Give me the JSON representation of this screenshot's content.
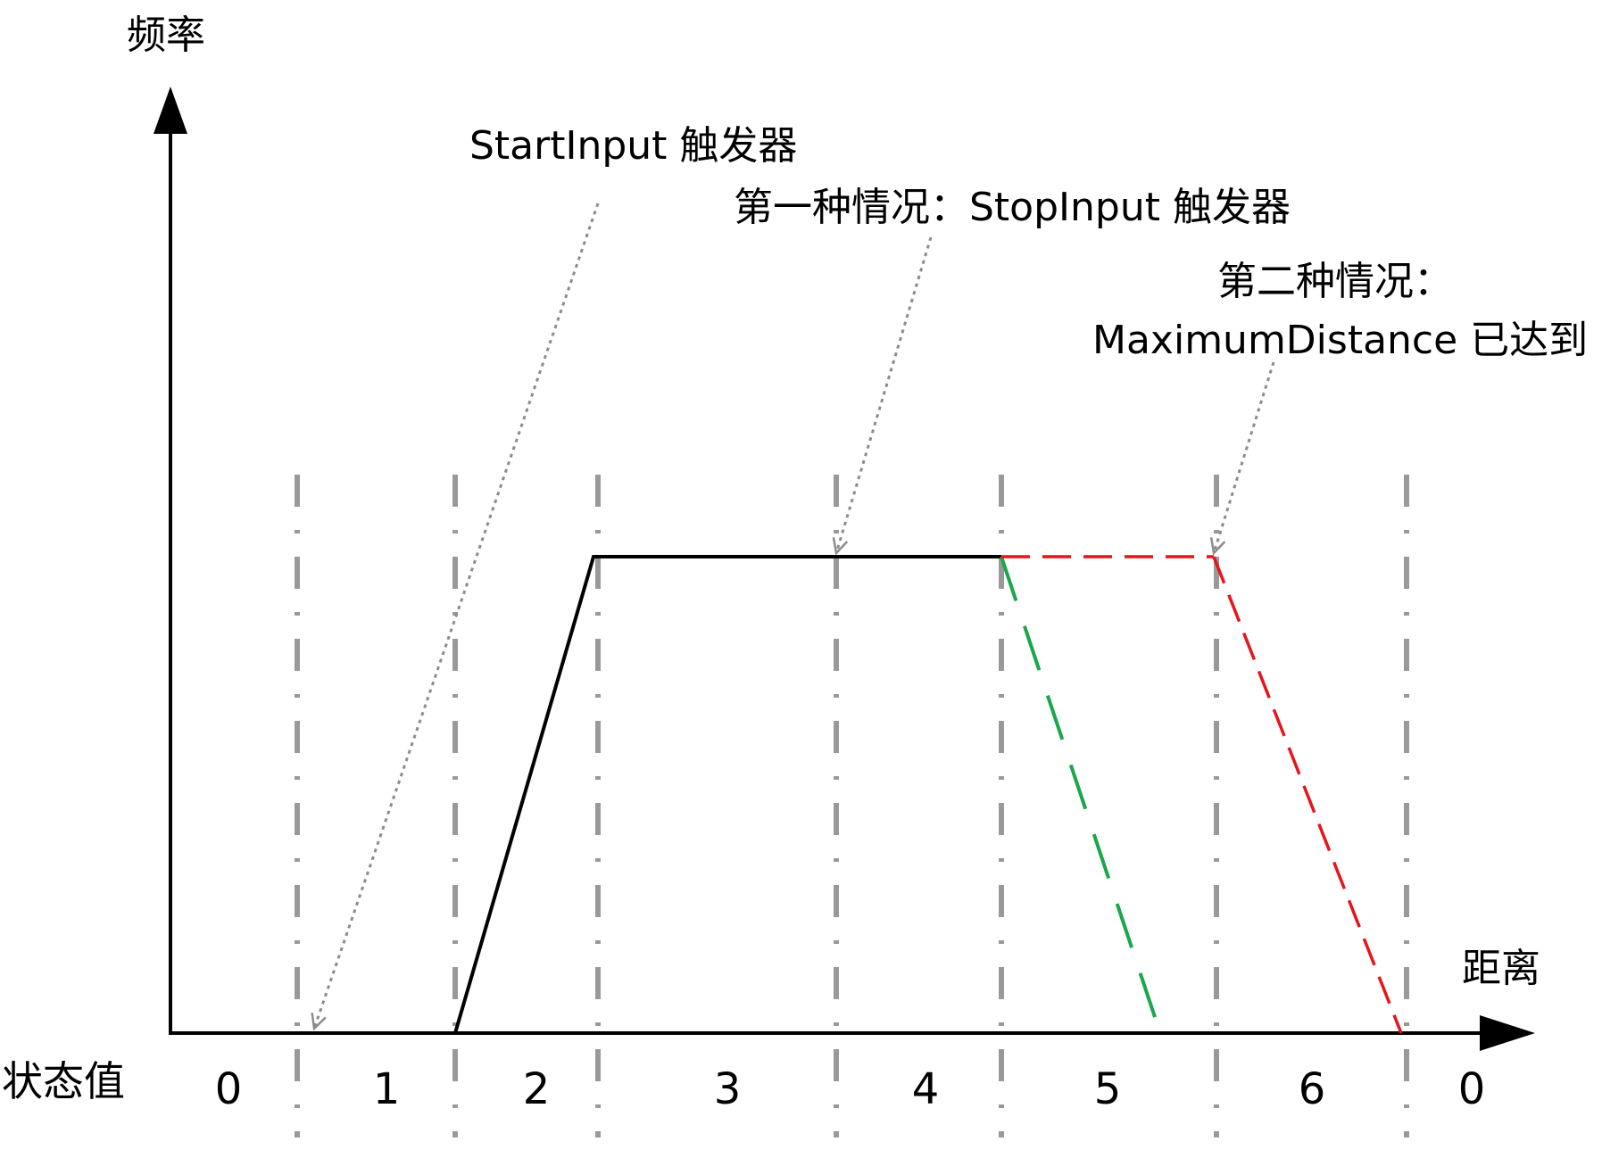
{
  "axes": {
    "y_label": "频率",
    "x_label": "距离",
    "state_label": "状态值"
  },
  "states": [
    "0",
    "1",
    "2",
    "3",
    "4",
    "5",
    "6",
    "0"
  ],
  "annotations": {
    "start": "StartInput 触发器",
    "case1": "第一种情况：StopInput 触发器",
    "case2_line1": "第二种情况：",
    "case2_line2": "MaximumDistance 已达到"
  },
  "colors": {
    "axis": "#000000",
    "profile": "#000000",
    "case1_ramp": "#1aa64a",
    "case2_ramp": "#e8141c",
    "state_divider": "#999999",
    "leader": "#8c8c8c"
  }
}
